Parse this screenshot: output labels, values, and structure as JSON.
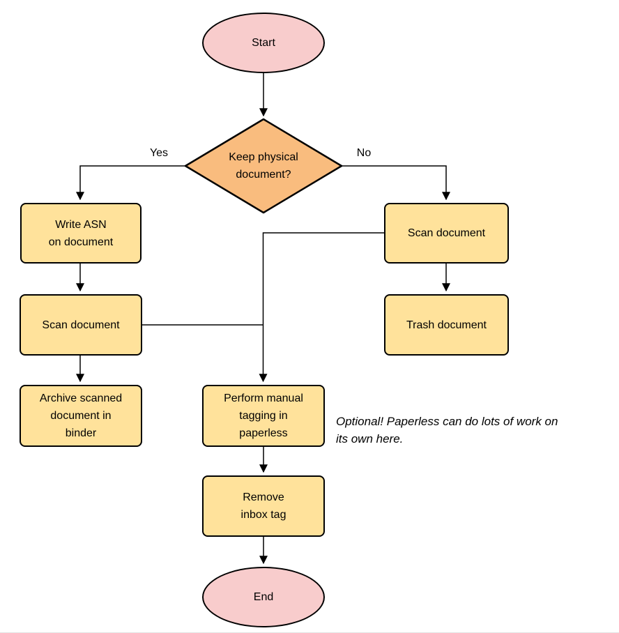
{
  "colors": {
    "background": "#FFFFFF",
    "terminal_fill": "#F8CCCC",
    "decision_fill": "#F9BC7E",
    "process_fill": "#FFE29B",
    "stroke": "#000000"
  },
  "nodes": {
    "start": {
      "type": "terminal",
      "label": "Start"
    },
    "decision": {
      "type": "decision",
      "label": "Keep physical\ndocument?"
    },
    "write_asn": {
      "type": "process",
      "label": "Write ASN\non document"
    },
    "scan_left": {
      "type": "process",
      "label": "Scan document"
    },
    "archive": {
      "type": "process",
      "label": "Archive scanned\ndocument in\nbinder"
    },
    "scan_right": {
      "type": "process",
      "label": "Scan document"
    },
    "trash": {
      "type": "process",
      "label": "Trash document"
    },
    "tagging": {
      "type": "process",
      "label": "Perform manual\ntagging in\npaperless"
    },
    "remove_inbox": {
      "type": "process",
      "label": "Remove\ninbox tag"
    },
    "end": {
      "type": "terminal",
      "label": "End"
    }
  },
  "edge_labels": {
    "yes": "Yes",
    "no": "No"
  },
  "edges": [
    {
      "from": "start",
      "to": "decision",
      "label": ""
    },
    {
      "from": "decision",
      "to": "write_asn",
      "label": "Yes"
    },
    {
      "from": "decision",
      "to": "scan_right",
      "label": "No"
    },
    {
      "from": "write_asn",
      "to": "scan_left",
      "label": ""
    },
    {
      "from": "scan_left",
      "to": "archive",
      "label": ""
    },
    {
      "from": "scan_left",
      "to": "tagging",
      "label": ""
    },
    {
      "from": "scan_right",
      "to": "tagging",
      "label": ""
    },
    {
      "from": "scan_right",
      "to": "trash",
      "label": ""
    },
    {
      "from": "tagging",
      "to": "remove_inbox",
      "label": ""
    },
    {
      "from": "remove_inbox",
      "to": "end",
      "label": ""
    }
  ],
  "annotation": "Optional! Paperless can do lots of work on\nits own here."
}
